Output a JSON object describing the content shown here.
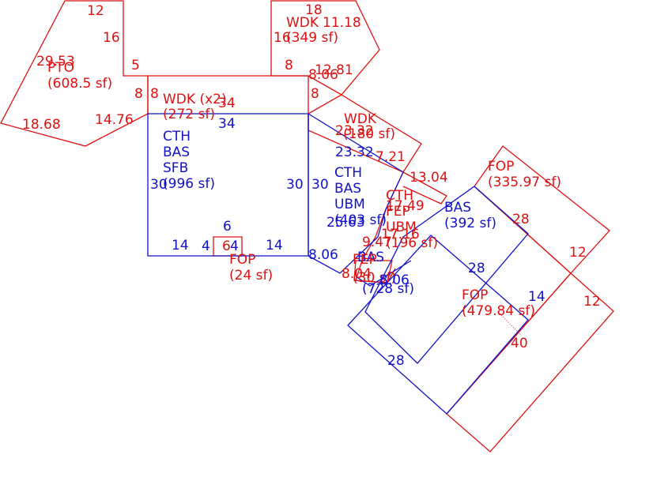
{
  "colors": {
    "red": "#dd1111",
    "blue": "#1111cc"
  },
  "areas": {
    "pto": {
      "code": "PTO",
      "area": "(608.5 sf)"
    },
    "wdk_top": {
      "code": "WDK",
      "area": "(349 sf)"
    },
    "wdk_x2": {
      "code": "WDK (x2)",
      "area": "(272 sf)"
    },
    "wdk_mid": {
      "code": "WDK",
      "area": "(180 sf)"
    },
    "main": {
      "l1": "CTH",
      "l2": "BAS",
      "l3": "SFB",
      "area": "(996 sf)"
    },
    "mid": {
      "l1": "CTH",
      "l2": "BAS",
      "l3": "UBM",
      "area": "(403 sf)"
    },
    "cth_right": {
      "l1": "CTH",
      "l2": "FEP",
      "l3": "UBM",
      "area": "(196 sf)"
    },
    "fop_small": {
      "code": "FOP",
      "area": "(24 sf)"
    },
    "bas_right": {
      "code": "BAS",
      "area": "(392 sf)"
    },
    "fop_top_right": {
      "code": "FOP",
      "area": "(335.97 sf)"
    },
    "fop_bottom_right": {
      "code": "FOP",
      "area": "(479.84 sf)"
    },
    "bas_lower": {
      "code": "BAS",
      "area": "(728 sf)"
    },
    "fep_lower": {
      "code": "FEP",
      "area": "(30 sf)"
    }
  },
  "dimensions": {
    "pto_12": "12",
    "pto_16": "16",
    "pto_2953": "29.53",
    "pto_5": "5",
    "pto_8": "8",
    "pto_1868": "18.68",
    "pto_1476": "14.76",
    "wdk_18": "18",
    "wdk_1118": "11.18",
    "wdk_16": "16",
    "wdk_8": "8",
    "wdk_1281": "12.81",
    "wdk_806": "8.06",
    "wx2_8": "8",
    "wx2_34": "34",
    "wx2_8r": "8",
    "main_34": "34",
    "main_30l": "30",
    "main_30r": "30",
    "main_6": "6",
    "main_14l": "14",
    "main_4": "4",
    "main_6b": "6",
    "main_4b": "4",
    "main_14r": "14",
    "mid_30": "30",
    "mid_2332a": "23.32",
    "mid_2332b": "23.32",
    "mid_721": "7.21",
    "mid_2563": "25.63",
    "mid_806": "8.06",
    "right_1304": "13.04",
    "right_1749": "17.49",
    "right_947": "9.47",
    "right_1716": "17.16",
    "right_804": "8.04",
    "right_806": "8.06",
    "fop_28": "28",
    "fop_12a": "12",
    "fop_12b": "12",
    "fop_40": "40",
    "bas_28a": "28",
    "bas_14": "14",
    "bas_28b": "28"
  }
}
